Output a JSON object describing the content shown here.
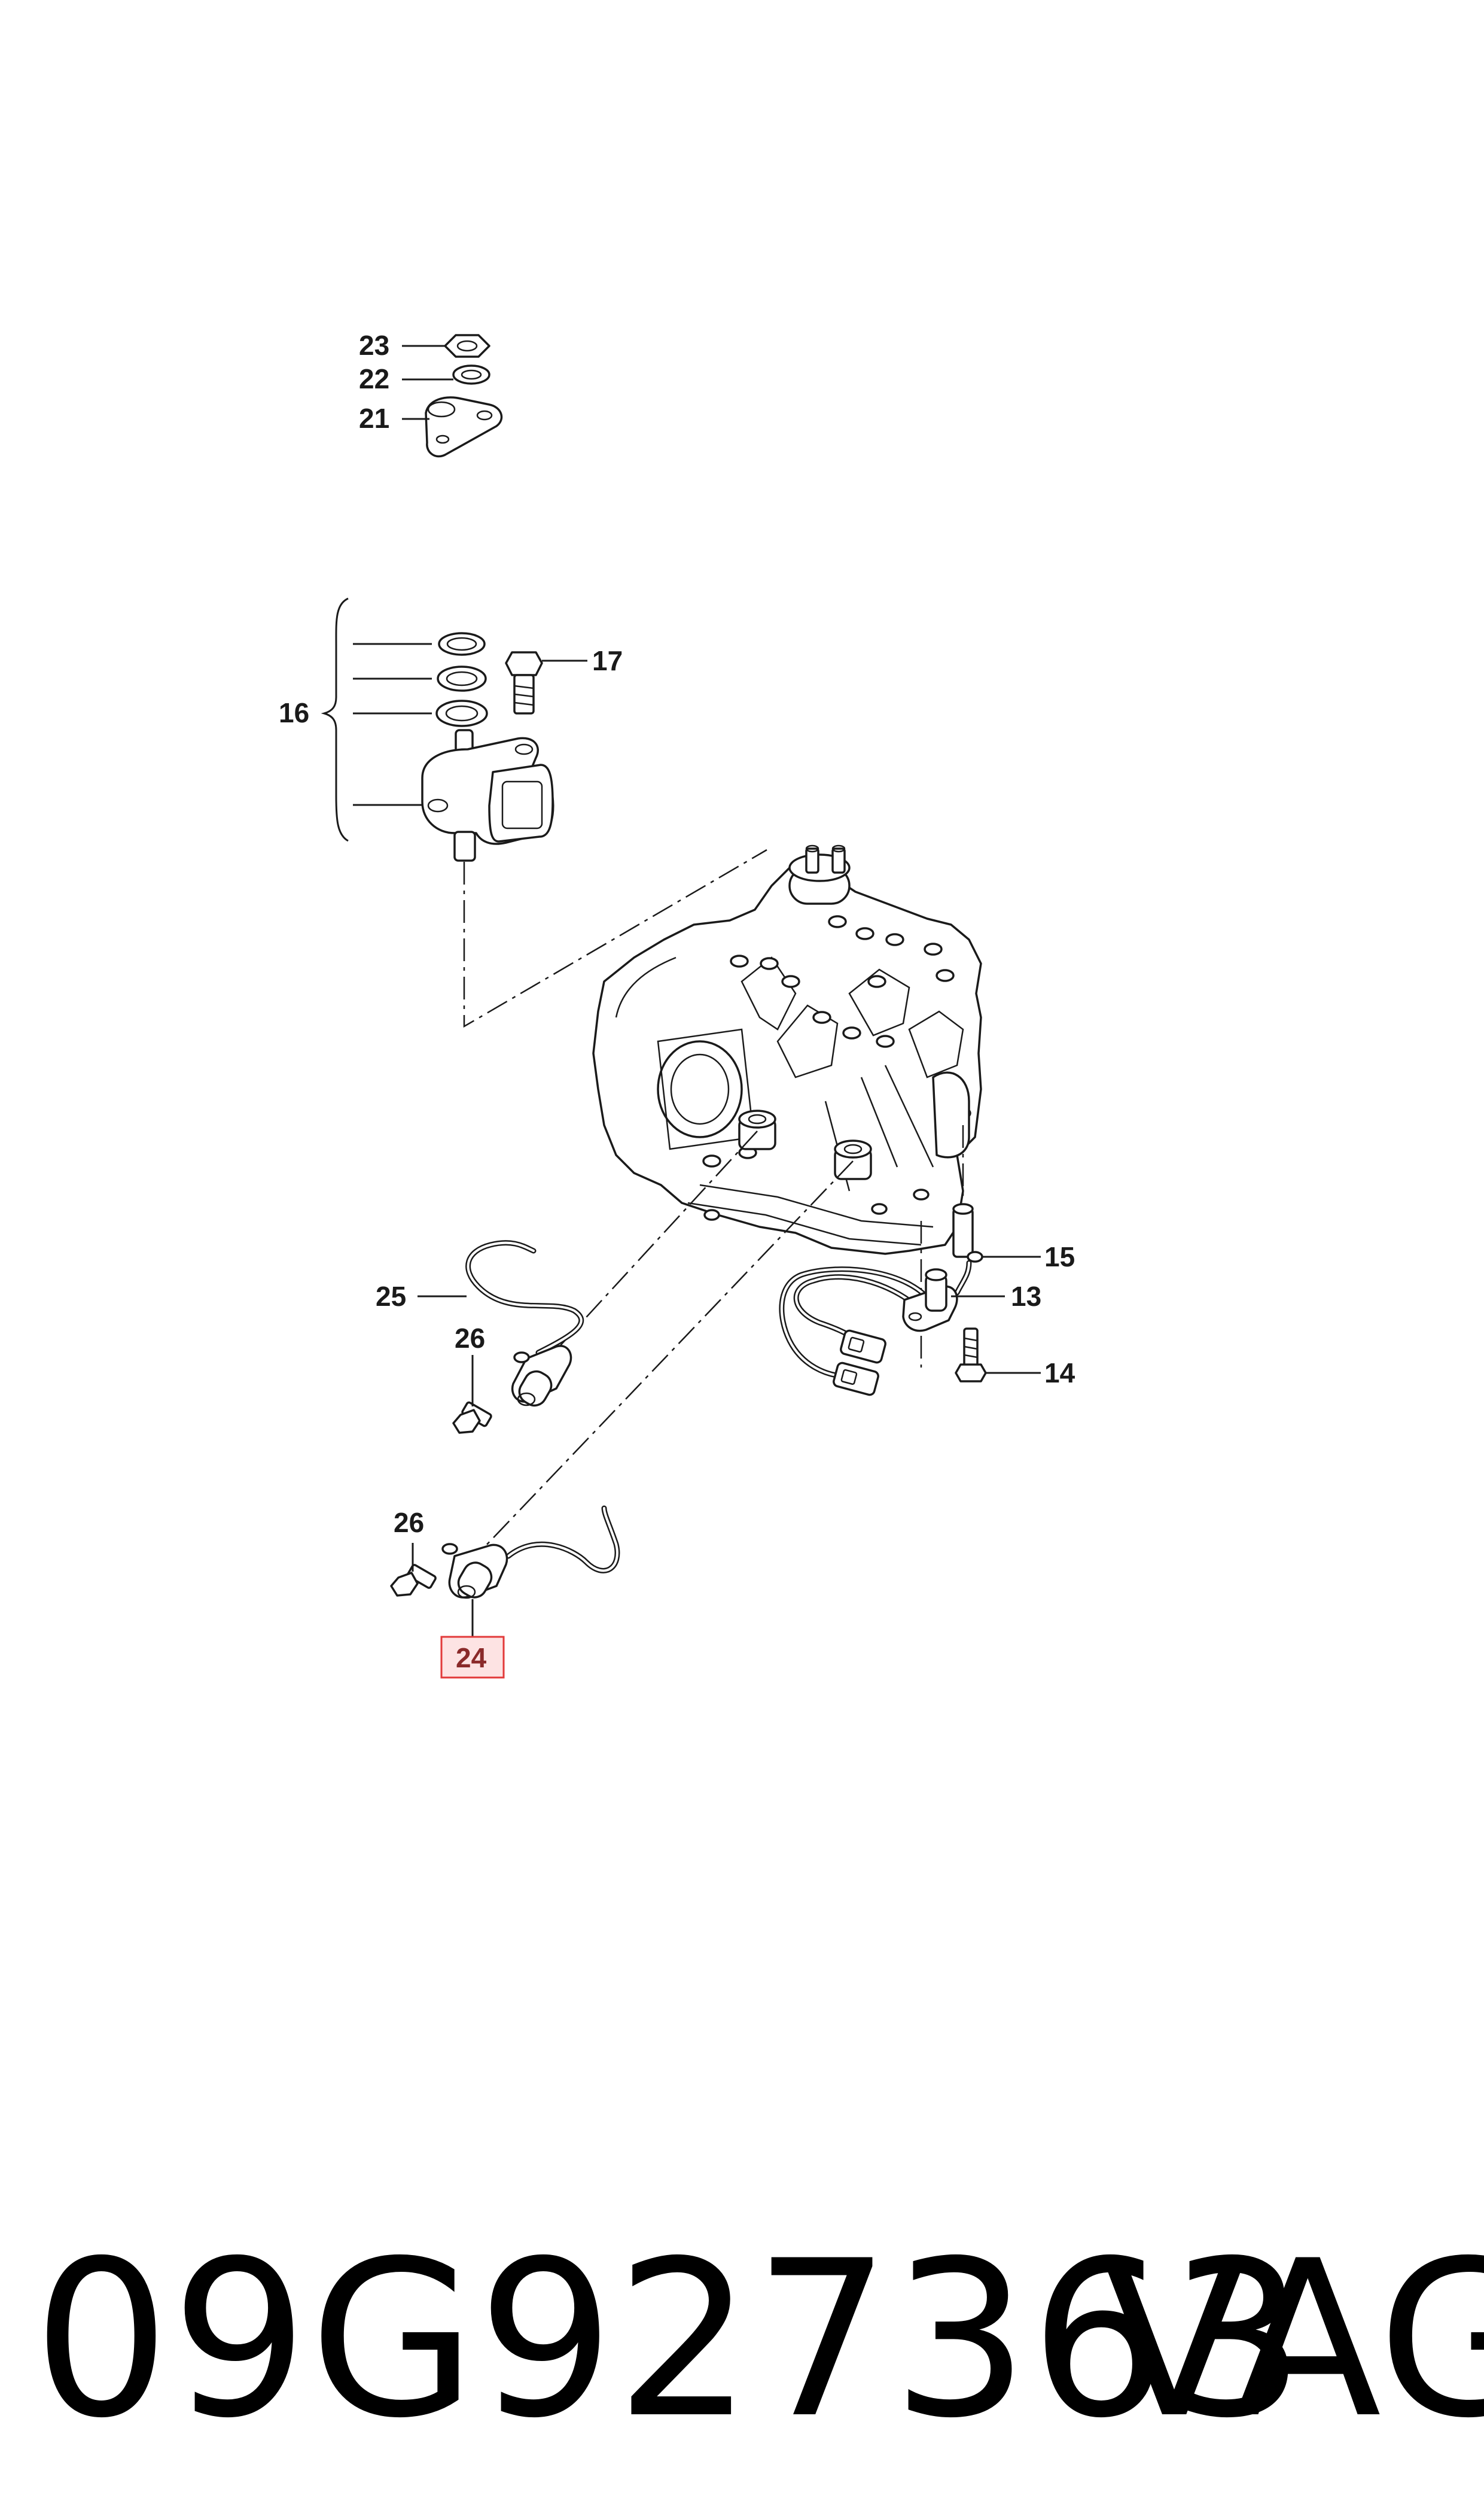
{
  "callouts": {
    "c13": "13",
    "c14": "14",
    "c15": "15",
    "c16": "16",
    "c17": "17",
    "c21": "21",
    "c22": "22",
    "c23": "23",
    "c24": "24",
    "c25": "25",
    "c26a": "26",
    "c26b": "26"
  },
  "highlighted_callout": "24",
  "highlight_color": "#e23a3a",
  "highlight_fill": "#fde3e3",
  "footer": {
    "part_number": "09G927363",
    "brand": "VAG"
  }
}
